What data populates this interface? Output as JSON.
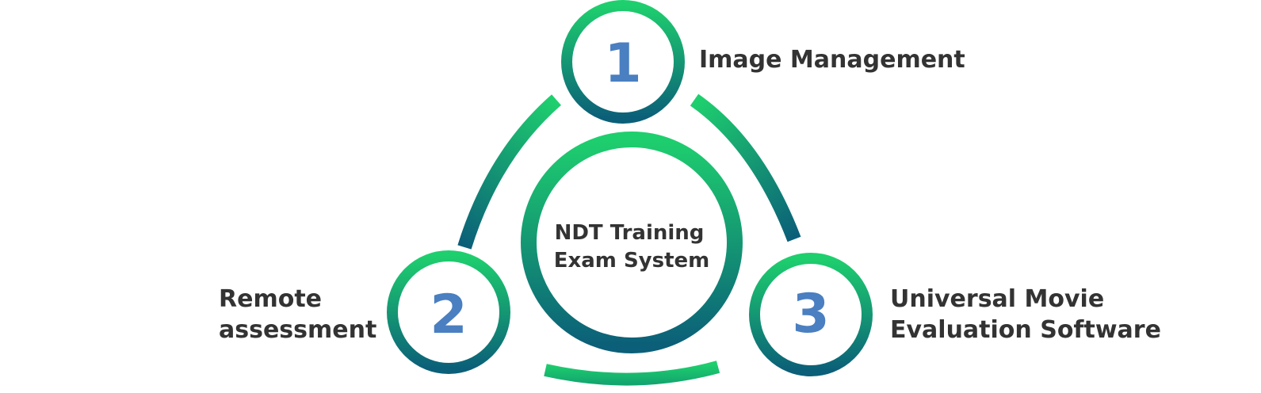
{
  "center": {
    "line1": "NDT Training",
    "line2": "Exam System"
  },
  "nodes": [
    {
      "number": "1",
      "label_lines": [
        "Image Management"
      ]
    },
    {
      "number": "2",
      "label_lines": [
        "Remote",
        "assessment"
      ]
    },
    {
      "number": "3",
      "label_lines": [
        "Universal Movie",
        "Evaluation Software"
      ]
    }
  ],
  "colors": {
    "ring_top": "#1ecf6e",
    "ring_bottom": "#0b5f78",
    "number": "#4a7fc1",
    "text": "#333333"
  }
}
